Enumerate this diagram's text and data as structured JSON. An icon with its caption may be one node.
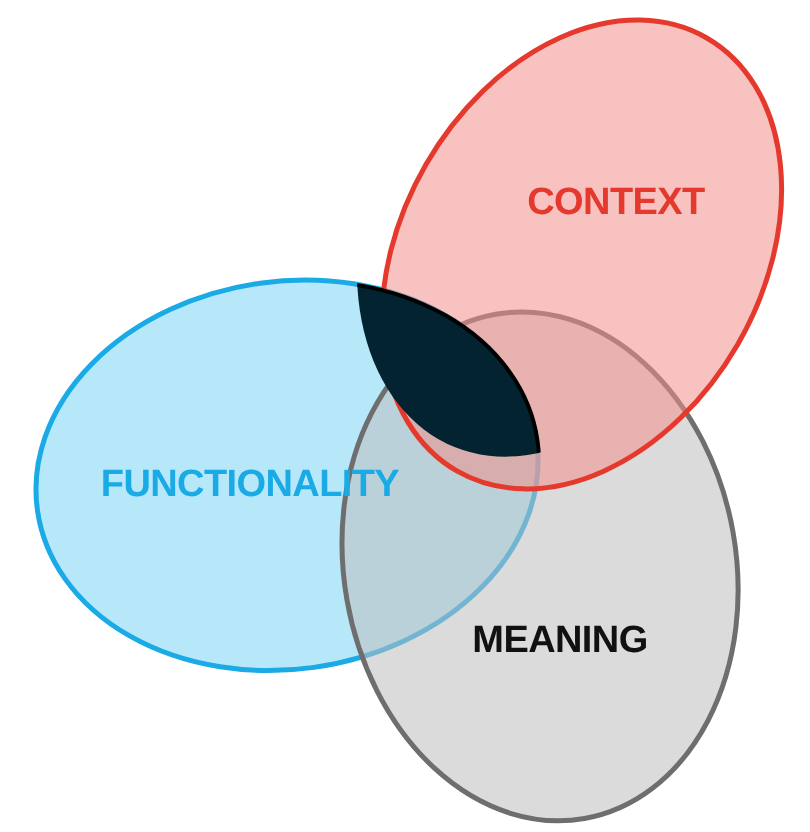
{
  "diagram": {
    "nodes": [
      {
        "text": [
          "CONTEXT"
        ]
      },
      {
        "text": [
          "FUNCTIONALITY"
        ]
      },
      {
        "text": [
          "MEANING"
        ]
      },
      {
        "text": [],
        "shape": "lens"
      }
    ],
    "edges": []
  }
}
